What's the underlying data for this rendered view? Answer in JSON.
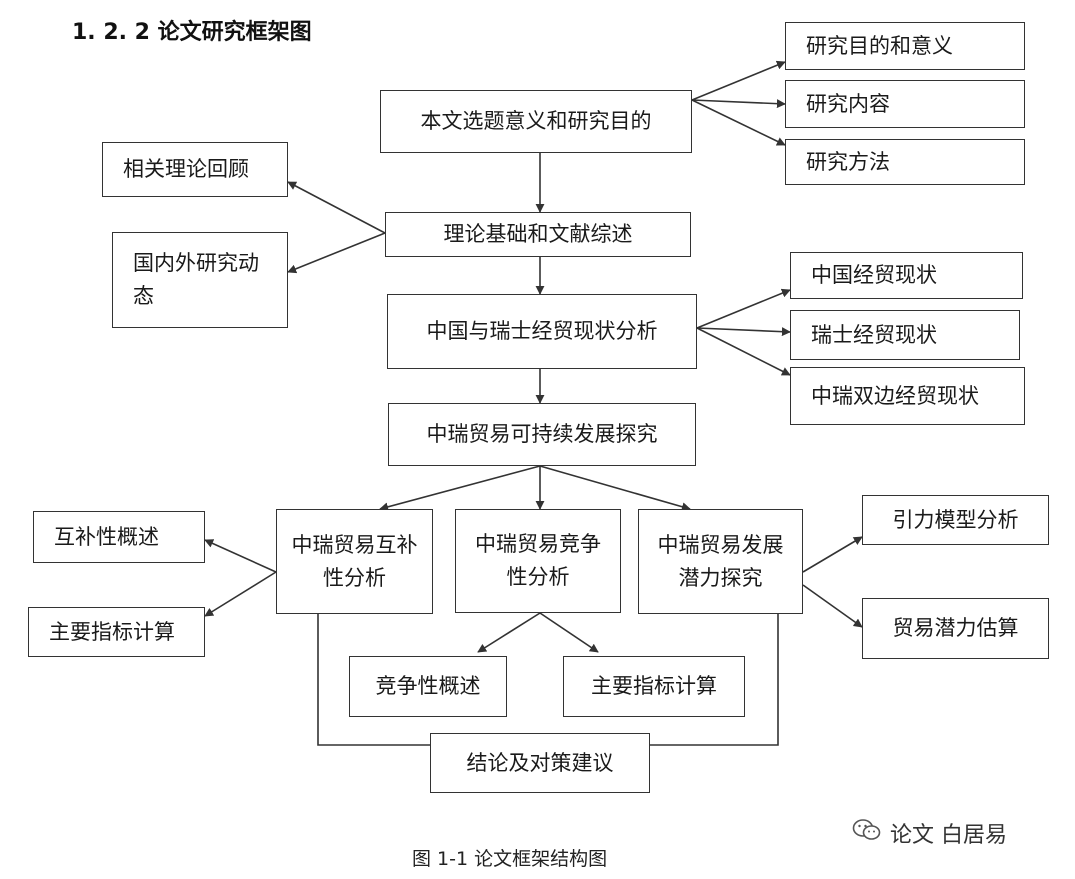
{
  "header": {
    "section_title": "1. 2. 2 论文研究框架图"
  },
  "nodes": {
    "topic": "本文选题意义和研究目的",
    "purpose": "研究目的和意义",
    "content": "研究内容",
    "method": "研究方法",
    "theory": "理论基础和文献综述",
    "review": "相关理论回顾",
    "dynamics": "国内外研究动态",
    "analysis": "中国与瑞士经贸现状分析",
    "china": "中国经贸现状",
    "swiss": "瑞士经贸现状",
    "bilateral": "中瑞双边经贸现状",
    "sustain": "中瑞贸易可持续发展探究",
    "complement": "中瑞贸易互补性分析",
    "compete": "中瑞贸易竞争性分析",
    "potential": "中瑞贸易发展潜力探究",
    "comp_overview": "互补性概述",
    "comp_index": "主要指标计算",
    "compete_overview": "竞争性概述",
    "compete_index": "主要指标计算",
    "gravity": "引力模型分析",
    "estimate": "贸易潜力估算",
    "conclusion": "结论及对策建议"
  },
  "footer": {
    "caption": "图 1-1 论文框架结构图"
  },
  "watermark": {
    "text": "论文 白居易",
    "icon": "wechat-icon"
  },
  "colors": {
    "line": "#333333",
    "box_border": "#333333"
  }
}
